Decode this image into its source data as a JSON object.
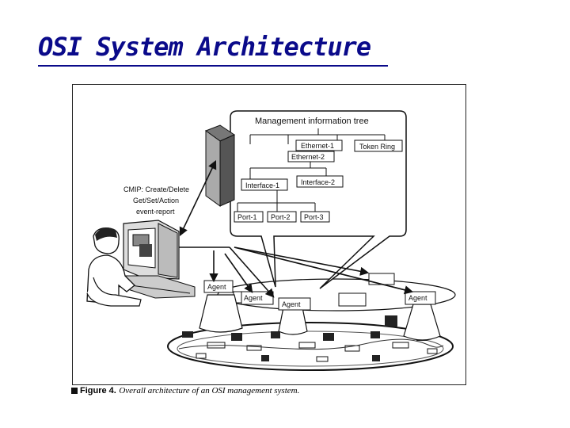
{
  "slide": {
    "title": "OSI System Architecture"
  },
  "tree": {
    "title": "Management information tree",
    "nodes": {
      "ethernet1": "Ethernet-1",
      "tokenring": "Token Ring",
      "ethernet2": "Ethernet-2",
      "interface1": "Interface-1",
      "interface2": "Interface-2",
      "port1": "Port-1",
      "port2": "Port-2",
      "port3": "Port-3"
    }
  },
  "cmip": {
    "line1": "CMIP: Create/Delete",
    "line2": "Get/Set/Action",
    "line3": "event-report"
  },
  "agents": [
    "Agent",
    "Agent",
    "Agent",
    "Agent"
  ],
  "caption": {
    "label": "Figure 4.",
    "text": "Overall architecture of an OSI management system."
  }
}
